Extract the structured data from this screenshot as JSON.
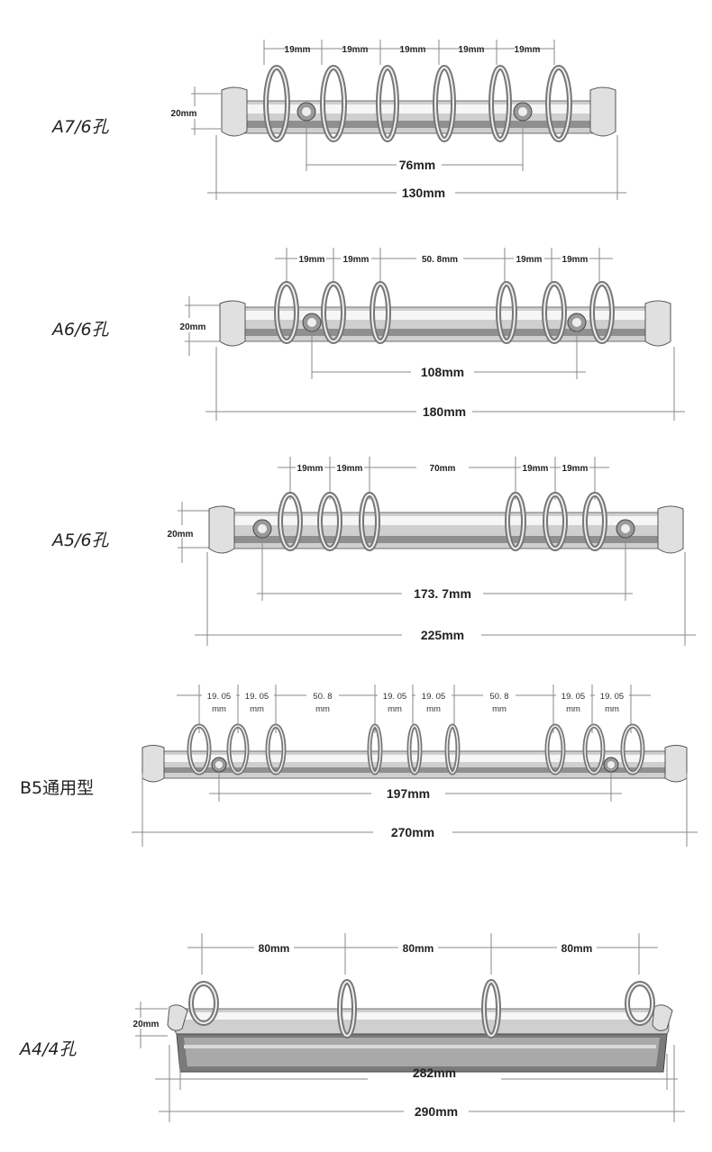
{
  "sections": [
    {
      "label": "A7/6孔",
      "top_dims": [
        "19mm",
        "19mm",
        "19mm",
        "19mm",
        "19mm"
      ],
      "height_dim": "20mm",
      "inner_dim": "76mm",
      "total_dim": "130mm"
    },
    {
      "label": "A6/6孔",
      "top_dims": [
        "19mm",
        "19mm",
        "50. 8mm",
        "19mm",
        "19mm"
      ],
      "height_dim": "20mm",
      "inner_dim": "108mm",
      "total_dim": "180mm"
    },
    {
      "label": "A5/6孔",
      "top_dims": [
        "19mm",
        "19mm",
        "70mm",
        "19mm",
        "19mm"
      ],
      "height_dim": "20mm",
      "inner_dim": "173. 7mm",
      "total_dim": "225mm"
    },
    {
      "label": "B5通用型",
      "top_dims": [
        {
          "value": "19. 05",
          "unit": "mm"
        },
        {
          "value": "19. 05",
          "unit": "mm"
        },
        {
          "value": "50. 8",
          "unit": "mm"
        },
        {
          "value": "19. 05",
          "unit": "mm"
        },
        {
          "value": "19. 05",
          "unit": "mm"
        },
        {
          "value": "50. 8",
          "unit": "mm"
        },
        {
          "value": "19. 05",
          "unit": "mm"
        },
        {
          "value": "19. 05",
          "unit": "mm"
        }
      ],
      "inner_dim": "197mm",
      "total_dim": "270mm"
    },
    {
      "label": "A4/4孔",
      "top_dims": [
        "80mm",
        "80mm",
        "80mm"
      ],
      "height_dim": "20mm",
      "inner_dim": "282mm",
      "total_dim": "290mm"
    }
  ],
  "colors": {
    "metal_light": "#f4f4f4",
    "metal_mid": "#bdbdbd",
    "metal_dark": "#555555",
    "dimension_line": "#8a8a8a"
  }
}
